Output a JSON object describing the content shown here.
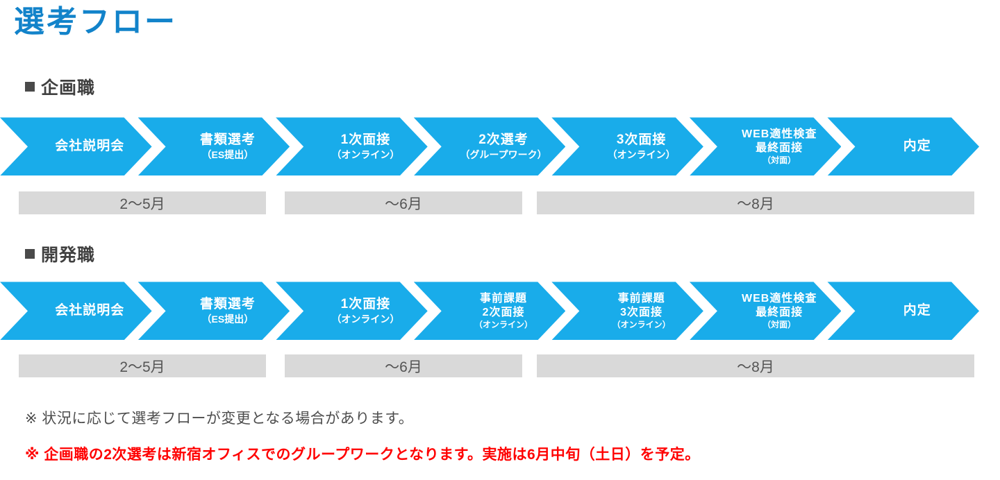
{
  "page": {
    "title": "選考フロー",
    "accent_blue": "#1283CA",
    "arrow_blue": "#19ACEA",
    "bar_gray": "#d9d9d9",
    "note_red": "#ff0000"
  },
  "flows": [
    {
      "section_label": "企画職",
      "steps": [
        {
          "lines": [
            "会社説明会"
          ]
        },
        {
          "lines": [
            "書類選考",
            "（ES提出）"
          ]
        },
        {
          "lines": [
            "1次面接",
            "（オンライン）"
          ]
        },
        {
          "lines": [
            "2次選考",
            "（グループワーク）"
          ]
        },
        {
          "lines": [
            "3次面接",
            "（オンライン）"
          ]
        },
        {
          "lines": [
            "WEB適性検査",
            "最終面接",
            "（対面）"
          ]
        },
        {
          "lines": [
            "内定"
          ]
        }
      ],
      "timeline": [
        {
          "label": "2～5月"
        },
        {
          "label": "～6月"
        },
        {
          "label": "～8月"
        }
      ]
    },
    {
      "section_label": "開発職",
      "steps": [
        {
          "lines": [
            "会社説明会"
          ]
        },
        {
          "lines": [
            "書類選考",
            "（ES提出）"
          ]
        },
        {
          "lines": [
            "1次面接",
            "（オンライン）"
          ]
        },
        {
          "lines": [
            "事前課題",
            "2次面接",
            "（オンライン）"
          ]
        },
        {
          "lines": [
            "事前課題",
            "3次面接",
            "（オンライン）"
          ]
        },
        {
          "lines": [
            "WEB適性検査",
            "最終面接",
            "（対面）"
          ]
        },
        {
          "lines": [
            "内定"
          ]
        }
      ],
      "timeline": [
        {
          "label": "2～5月"
        },
        {
          "label": "～6月"
        },
        {
          "label": "～8月"
        }
      ]
    }
  ],
  "notes": [
    {
      "text": "※ 状況に応じて選考フローが変更となる場合があります。",
      "emphasis": false
    },
    {
      "text": "※ 企画職の2次選考は新宿オフィスでのグループワークとなります。実施は6月中旬（土日）を予定。",
      "emphasis": true
    }
  ]
}
